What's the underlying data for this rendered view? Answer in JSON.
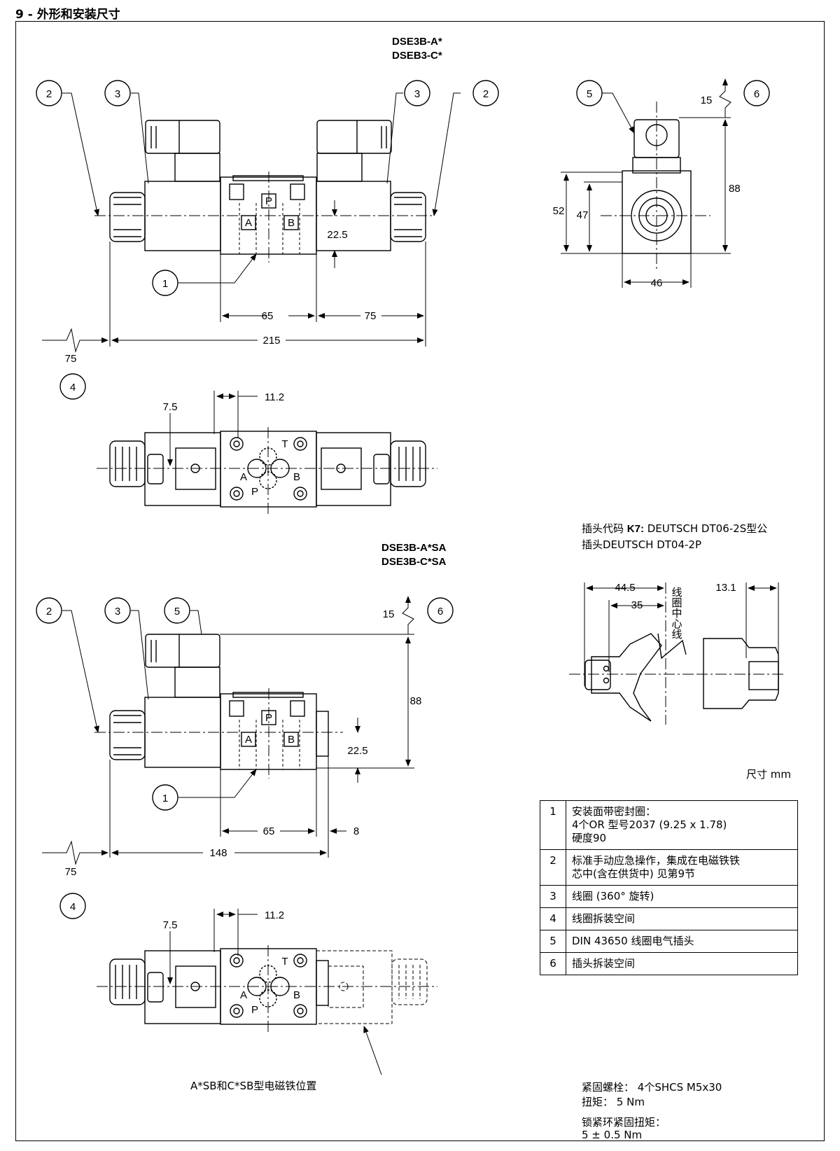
{
  "section_title": "9 - 外形和安装尺寸",
  "models_top": [
    "DSE3B-A*",
    "DSEB3-C*"
  ],
  "models_bottom": [
    "DSE3B-A*SA",
    "DSE3B-C*SA"
  ],
  "dims_top": {
    "d215": "215",
    "d65": "65",
    "d75": "75",
    "d75_off": "75",
    "d22_5": "22.5",
    "d11_2": "11.2",
    "d7_5": "7.5"
  },
  "dims_side": {
    "d15": "15",
    "d88": "88",
    "d52": "52",
    "d47": "47",
    "d46": "46"
  },
  "dims_bottom": {
    "d148": "148",
    "d65": "65",
    "d8": "8",
    "d75_off": "75",
    "d22_5": "22.5",
    "d88": "88",
    "d15": "15",
    "d11_2": "11.2",
    "d7_5": "7.5"
  },
  "ports": {
    "p": "P",
    "a": "A",
    "b": "B",
    "t": "T"
  },
  "callouts": {
    "c1": "1",
    "c2": "2",
    "c3": "3",
    "c4": "4",
    "c5": "5",
    "c6": "6"
  },
  "connector": {
    "code_prefix": "插头代码 ",
    "code": "K7:",
    "line1_rest": " DEUTSCH DT06-2S型公",
    "line2": "插头DEUTSCH DT04-2P",
    "d44_5": "44.5",
    "d35": "35",
    "d13_1": "13.1",
    "coil_center": "线圈中心线"
  },
  "units": "尺寸 mm",
  "legend": [
    {
      "num": "1",
      "lines": [
        "安装面带密封圈：",
        "4个OR 型号2037 (9.25 x 1.78)",
        "硬度90"
      ]
    },
    {
      "num": "2",
      "lines": [
        "标准手动应急操作，集成在电磁铁铁",
        "芯中(含在供货中) 见第9节"
      ]
    },
    {
      "num": "3",
      "lines": [
        "线圈 (360° 旋转)"
      ]
    },
    {
      "num": "4",
      "lines": [
        "线圈拆装空间"
      ]
    },
    {
      "num": "5",
      "lines": [
        "DIN 43650 线圈电气插头"
      ]
    },
    {
      "num": "6",
      "lines": [
        "插头拆装空间"
      ]
    }
  ],
  "solenoid_position_note": "A*SB和C*SB型电磁铁位置",
  "fastening": {
    "bolts_label": "紧固螺栓：",
    "bolts_value": "4个SHCS M5x30",
    "torque_label": "扭矩：",
    "torque_value": "5 Nm",
    "locknut_label": "锁紧环紧固扭矩：",
    "locknut_value": "5 ± 0.5 Nm"
  }
}
